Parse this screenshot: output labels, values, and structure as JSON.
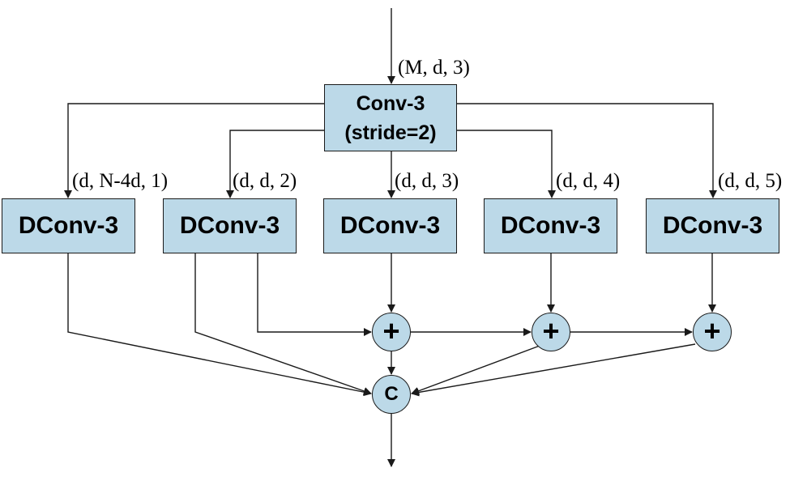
{
  "conv_block": {
    "line1": "Conv-3",
    "line2": "(stride=2)"
  },
  "input_dim": "(M, d, 3)",
  "branches": [
    {
      "dim": "(d, N-4d, 1)",
      "label": "DConv-3"
    },
    {
      "dim": "(d, d, 2)",
      "label": "DConv-3"
    },
    {
      "dim": "(d, d, 3)",
      "label": "DConv-3"
    },
    {
      "dim": "(d, d, 4)",
      "label": "DConv-3"
    },
    {
      "dim": "(d, d, 5)",
      "label": "DConv-3"
    }
  ],
  "sum_node_symbol": "+",
  "concat_node_symbol": "C",
  "colors": {
    "block_fill": "#bcd9e8",
    "stroke": "#1a1a1a"
  }
}
